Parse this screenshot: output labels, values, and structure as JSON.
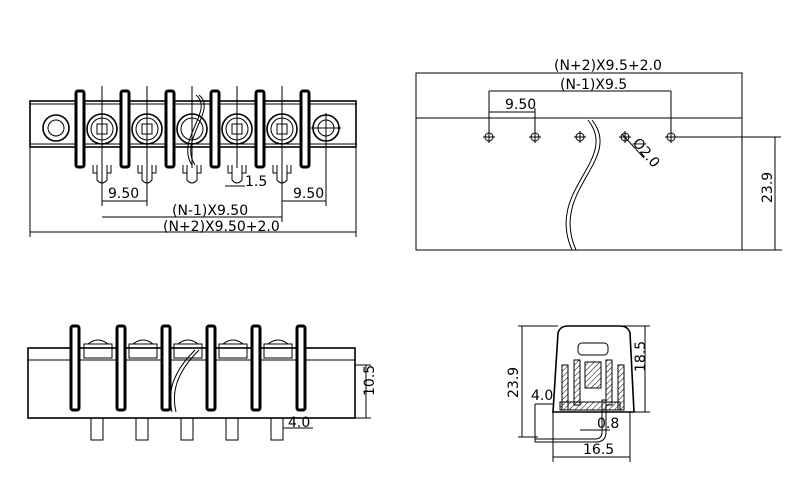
{
  "front_view": {
    "pitch_left": "9.50",
    "pin_width": "1.5",
    "pitch_right": "9.50",
    "span_pins": "(N-1)X9.50",
    "overall_length": "(N+2)X9.50+2.0"
  },
  "pcb_layout": {
    "overall_length": "(N+2)X9.5+2.0",
    "span_holes": "(N-1)X9.5",
    "pitch": "9.50",
    "hole_diameter": "Ø2.0",
    "depth": "23.9"
  },
  "side_view": {
    "body_height": "10.5",
    "pin_length": "4.0"
  },
  "end_view": {
    "total_height": "23.9",
    "pin_offset": "4.0",
    "upper_height": "18.5",
    "pin_thickness": "0.8",
    "width": "16.5"
  }
}
